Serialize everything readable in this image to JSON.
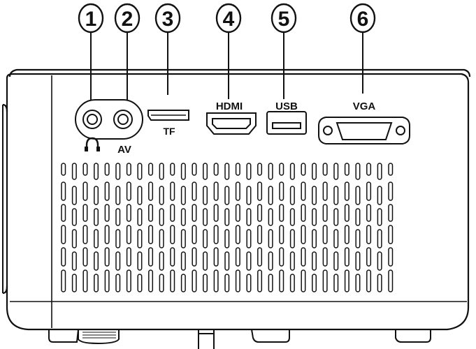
{
  "ports": [
    {
      "number": "1",
      "label": "",
      "icon": "headphone-icon"
    },
    {
      "number": "2",
      "label": "AV"
    },
    {
      "number": "3",
      "label": "TF"
    },
    {
      "number": "4",
      "label": "HDMI"
    },
    {
      "number": "5",
      "label": "USB"
    },
    {
      "number": "6",
      "label": "VGA"
    }
  ],
  "colors": {
    "line": "#111111",
    "background": "#ffffff"
  }
}
